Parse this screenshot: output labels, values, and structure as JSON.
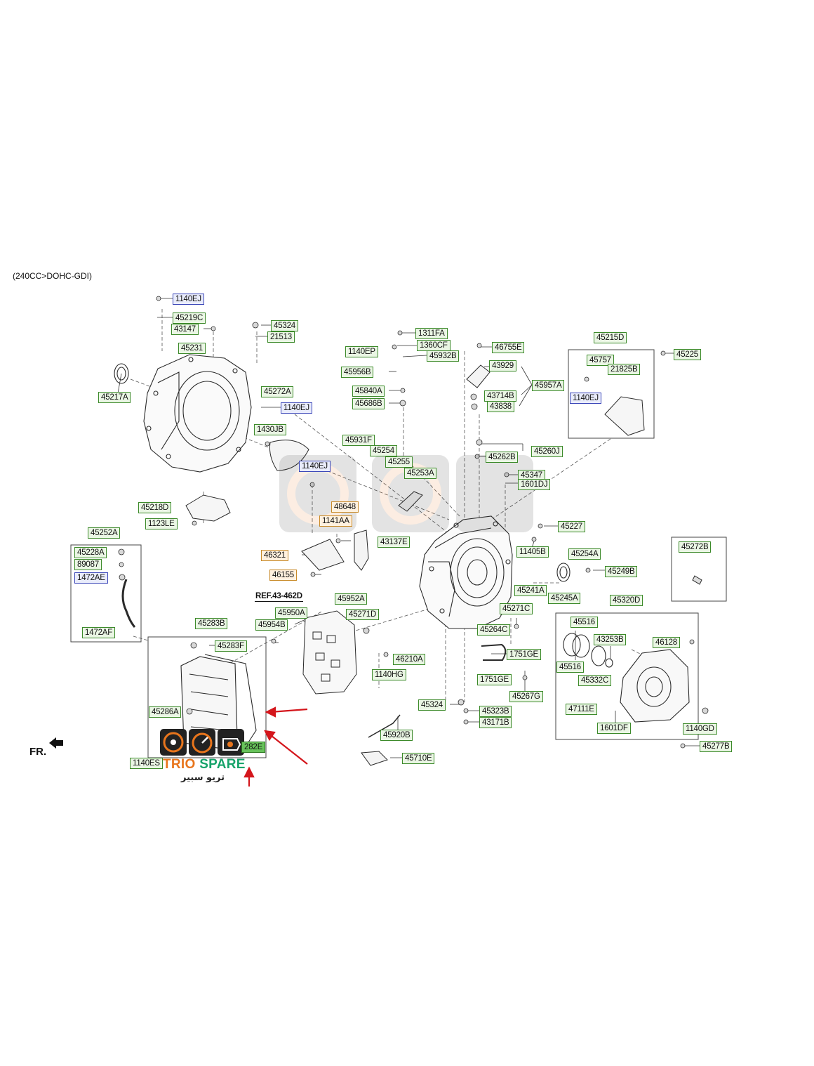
{
  "header": {
    "note": "(240CC>DOHC-GDI)"
  },
  "front_marker": {
    "label": "FR."
  },
  "branding": {
    "name_part1": "TRIO",
    "name_part2": "SPARE",
    "name_ar": "تريو سبير",
    "orange": "#e8751c",
    "green": "#16a36a"
  },
  "colors": {
    "label_border": "#3c8a2a",
    "label_fill": "#eaf6e4",
    "blue_label_border": "#3a46b8",
    "highlight_fill": "#67c25a",
    "arrow": "#d4161c"
  },
  "parts": [
    {
      "id": "p_1140EJ_a",
      "text": "1140EJ",
      "style": "blue"
    },
    {
      "id": "p_45219C",
      "text": "45219C"
    },
    {
      "id": "p_43147",
      "text": "43147"
    },
    {
      "id": "p_45324_a",
      "text": "45324"
    },
    {
      "id": "p_21513",
      "text": "21513"
    },
    {
      "id": "p_45231",
      "text": "45231"
    },
    {
      "id": "p_45217A",
      "text": "45217A"
    },
    {
      "id": "p_45272A",
      "text": "45272A"
    },
    {
      "id": "p_1140EJ_b",
      "text": "1140EJ",
      "style": "blue"
    },
    {
      "id": "p_1430JB",
      "text": "1430JB"
    },
    {
      "id": "p_1140EJ_c",
      "text": "1140EJ",
      "style": "blue"
    },
    {
      "id": "p_45218D",
      "text": "45218D"
    },
    {
      "id": "p_1123LE",
      "text": "1123LE"
    },
    {
      "id": "p_45252A",
      "text": "45252A"
    },
    {
      "id": "p_45228A",
      "text": "45228A"
    },
    {
      "id": "p_89087",
      "text": "89087"
    },
    {
      "id": "p_1472AE",
      "text": "1472AE",
      "style": "blue"
    },
    {
      "id": "p_1472AF",
      "text": "1472AF"
    },
    {
      "id": "p_1311FA",
      "text": "1311FA"
    },
    {
      "id": "p_1140EP",
      "text": "1140EP"
    },
    {
      "id": "p_1360CF",
      "text": "1360CF"
    },
    {
      "id": "p_45932B",
      "text": "45932B"
    },
    {
      "id": "p_45956B",
      "text": "45956B"
    },
    {
      "id": "p_45840A",
      "text": "45840A"
    },
    {
      "id": "p_45686B",
      "text": "45686B"
    },
    {
      "id": "p_46755E",
      "text": "46755E"
    },
    {
      "id": "p_43929",
      "text": "43929"
    },
    {
      "id": "p_45957A",
      "text": "45957A"
    },
    {
      "id": "p_43714B",
      "text": "43714B"
    },
    {
      "id": "p_43838",
      "text": "43838"
    },
    {
      "id": "p_45215D",
      "text": "45215D"
    },
    {
      "id": "p_45225",
      "text": "45225"
    },
    {
      "id": "p_45757",
      "text": "45757"
    },
    {
      "id": "p_21825B",
      "text": "21825B"
    },
    {
      "id": "p_1140EJ_d",
      "text": "1140EJ",
      "style": "blue"
    },
    {
      "id": "p_45931F",
      "text": "45931F"
    },
    {
      "id": "p_45254",
      "text": "45254"
    },
    {
      "id": "p_45255",
      "text": "45255"
    },
    {
      "id": "p_45253A",
      "text": "45253A"
    },
    {
      "id": "p_45260J",
      "text": "45260J"
    },
    {
      "id": "p_45262B",
      "text": "45262B"
    },
    {
      "id": "p_45347",
      "text": "45347"
    },
    {
      "id": "p_1601DJ",
      "text": "1601DJ"
    },
    {
      "id": "p_48648",
      "text": "48648",
      "style": "orange"
    },
    {
      "id": "p_1141AA",
      "text": "1141AA",
      "style": "orange"
    },
    {
      "id": "p_45227",
      "text": "45227"
    },
    {
      "id": "p_43137E",
      "text": "43137E"
    },
    {
      "id": "p_46321",
      "text": "46321",
      "style": "orange"
    },
    {
      "id": "p_46155",
      "text": "46155",
      "style": "orange"
    },
    {
      "id": "p_11405B",
      "text": "11405B"
    },
    {
      "id": "p_45254A",
      "text": "45254A"
    },
    {
      "id": "p_45249B",
      "text": "45249B"
    },
    {
      "id": "p_45272B",
      "text": "45272B"
    },
    {
      "id": "p_45241A",
      "text": "45241A"
    },
    {
      "id": "p_45245A",
      "text": "45245A"
    },
    {
      "id": "p_REF43462D",
      "text": "REF.43-462D",
      "style": "ref"
    },
    {
      "id": "p_45952A",
      "text": "45952A"
    },
    {
      "id": "p_45271C",
      "text": "45271C"
    },
    {
      "id": "p_45320D",
      "text": "45320D"
    },
    {
      "id": "p_45950A",
      "text": "45950A"
    },
    {
      "id": "p_45271D",
      "text": "45271D"
    },
    {
      "id": "p_45283B",
      "text": "45283B"
    },
    {
      "id": "p_45954B",
      "text": "45954B"
    },
    {
      "id": "p_45264C",
      "text": "45264C"
    },
    {
      "id": "p_45516_a",
      "text": "45516"
    },
    {
      "id": "p_43253B",
      "text": "43253B"
    },
    {
      "id": "p_46128",
      "text": "46128"
    },
    {
      "id": "p_45283F",
      "text": "45283F"
    },
    {
      "id": "p_46210A",
      "text": "46210A"
    },
    {
      "id": "p_1751GE_a",
      "text": "1751GE"
    },
    {
      "id": "p_45516_b",
      "text": "45516"
    },
    {
      "id": "p_1140HG",
      "text": "1140HG"
    },
    {
      "id": "p_1751GE_b",
      "text": "1751GE"
    },
    {
      "id": "p_45332C",
      "text": "45332C"
    },
    {
      "id": "p_45267G",
      "text": "45267G"
    },
    {
      "id": "p_45324_b",
      "text": "45324"
    },
    {
      "id": "p_47111E",
      "text": "47111E"
    },
    {
      "id": "p_45323B",
      "text": "45323B"
    },
    {
      "id": "p_45286A",
      "text": "45286A"
    },
    {
      "id": "p_43171B",
      "text": "43171B"
    },
    {
      "id": "p_1601DF",
      "text": "1601DF"
    },
    {
      "id": "p_1140GD",
      "text": "1140GD"
    },
    {
      "id": "p_45920B",
      "text": "45920B"
    },
    {
      "id": "p_282E",
      "text": "282E",
      "style": "sel"
    },
    {
      "id": "p_45710E",
      "text": "45710E"
    },
    {
      "id": "p_45277B",
      "text": "45277B"
    },
    {
      "id": "p_1140ES",
      "text": "1140ES"
    }
  ]
}
